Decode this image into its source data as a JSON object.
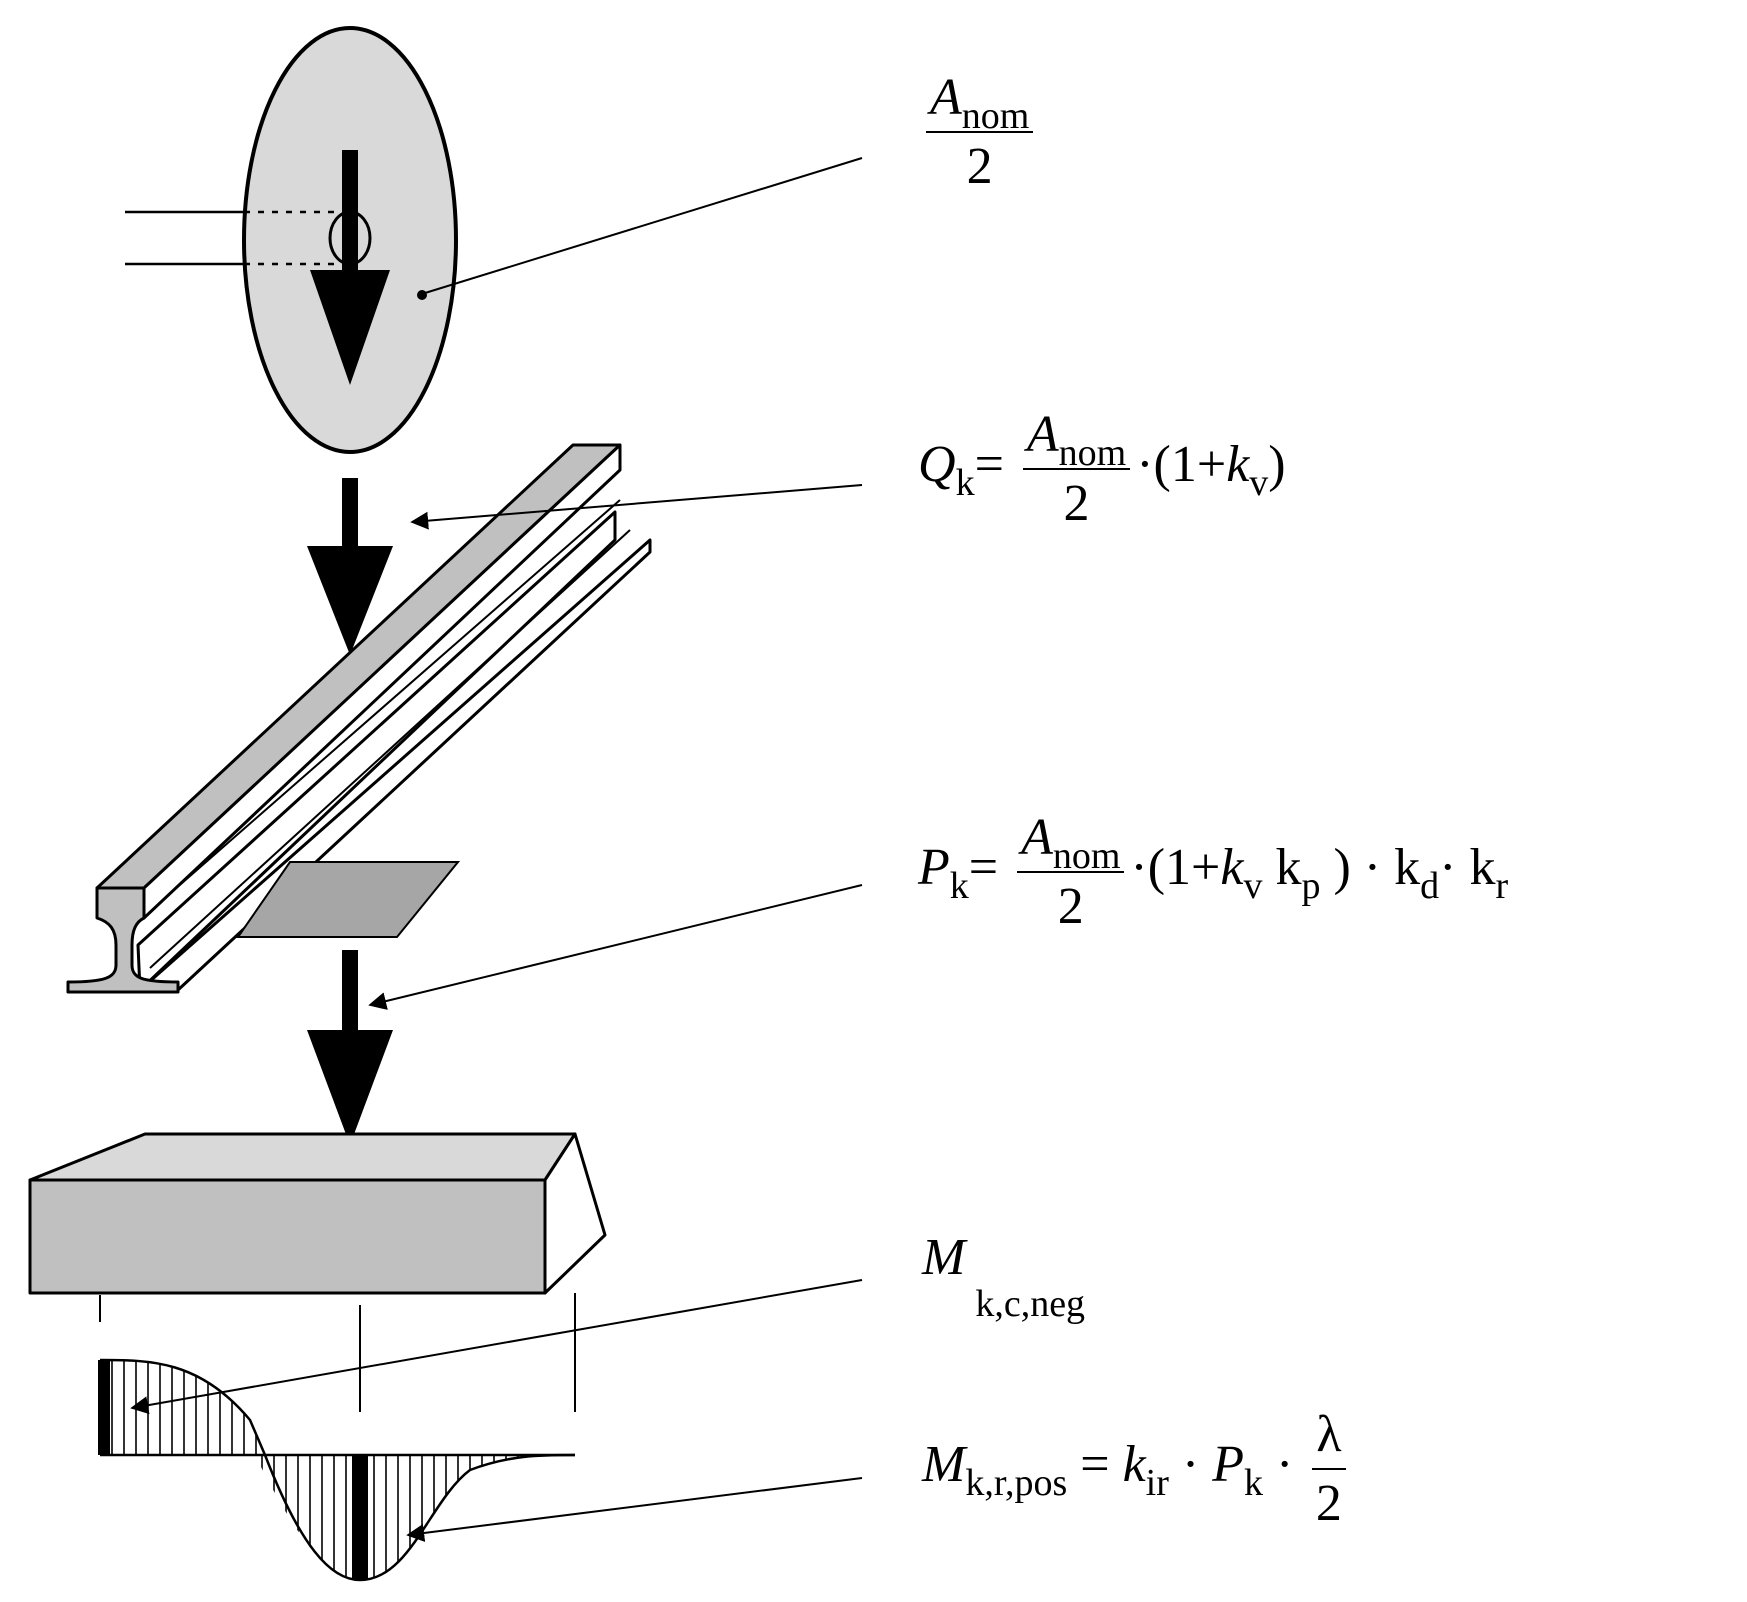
{
  "colors": {
    "fill_light": "#d9d9d9",
    "fill_mid": "#c0c0c0",
    "fill_dark": "#a6a6a6",
    "ink": "#000000"
  },
  "labels": {
    "a_nom_half": {
      "a": "A",
      "a_sub": "nom",
      "den": "2"
    },
    "q_k": {
      "sym": "Q",
      "sub": "k",
      "eq": "=",
      "a": "A",
      "a_sub": "nom",
      "den": "2",
      "tail_open": "·(1+",
      "k": "k",
      "k_sub": "v",
      "tail_close": ")"
    },
    "p_k": {
      "sym": "P",
      "sub": "k",
      "eq": "=",
      "a": "A",
      "a_sub": "nom",
      "den": "2",
      "tail_open": "·(1+",
      "k": "k",
      "k_sub": "v",
      "kp": "k",
      "kp_sub": "p",
      "mid": ") ·",
      "kd": "k",
      "kd_sub": "d",
      "dot": "·",
      "kr": "k",
      "kr_sub": "r"
    },
    "m_neg": {
      "sym": "M",
      "sub": "k,c,neg"
    },
    "m_pos": {
      "sym": "M",
      "sub": "k,r,pos",
      "eq": "=",
      "kir": "k",
      "kir_sub": "ir",
      "dot1": "·",
      "p": "P",
      "p_sub": "k",
      "dot2": "·",
      "num": "λ",
      "den": "2"
    }
  }
}
